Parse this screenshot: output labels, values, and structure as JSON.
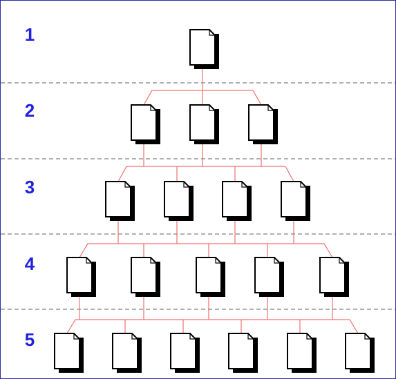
{
  "levels": [
    {
      "label": "1",
      "doc_count": 1
    },
    {
      "label": "2",
      "doc_count": 3
    },
    {
      "label": "3",
      "doc_count": 4
    },
    {
      "label": "4",
      "doc_count": 5
    },
    {
      "label": "5",
      "doc_count": 6
    }
  ],
  "colors": {
    "label": "#2020e0",
    "connector": "#f07070",
    "divider": "#808080",
    "doc_fill": "#ffffff",
    "doc_border": "#000000",
    "doc_shadow": "#000000",
    "frame": "#2a2aa8"
  },
  "icon": "document-icon"
}
